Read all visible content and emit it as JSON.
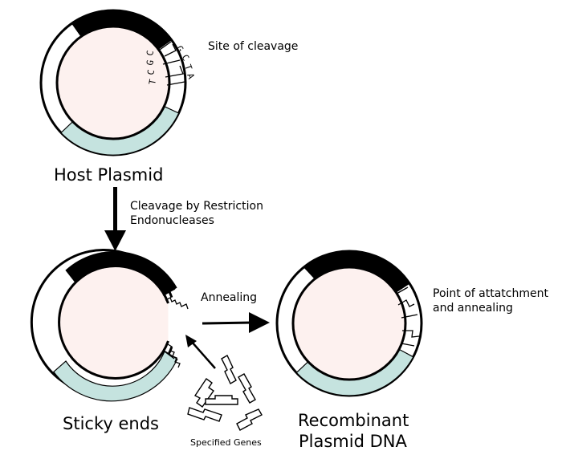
{
  "labels": {
    "site_of_cleavage": "Site of cleavage",
    "host_plasmid": "Host Plasmid",
    "cleavage_line1": "Cleavage by Restriction",
    "cleavage_line2": "Endonucleases",
    "annealing": "Annealing",
    "point_line1": "Point of attatchment",
    "point_line2": "and annealing",
    "sticky_ends": "Sticky ends",
    "recombinant_line1": "Recombinant",
    "recombinant_line2": "Plasmid DNA",
    "specified_genes": "Specified Genes"
  },
  "sequence": {
    "top": [
      "G",
      "C",
      "T",
      "A"
    ],
    "bottom": [
      "T",
      "C",
      "G",
      "C"
    ]
  },
  "colors": {
    "plasmid_interior": "#fdf1ef",
    "gene_segment": "#000000",
    "teal_segment": "#c5e3df",
    "outline": "#000000"
  }
}
